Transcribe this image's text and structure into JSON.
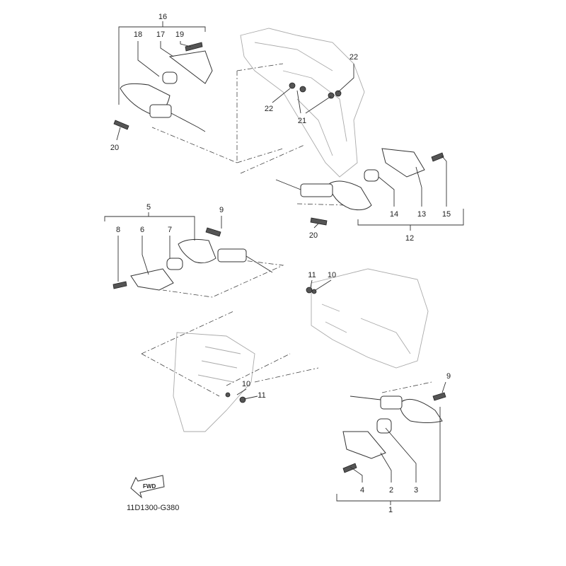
{
  "diagram_code": "11D1300-G380",
  "fwd_label": "FWD",
  "callouts": {
    "c16": "16",
    "c18": "18",
    "c17": "17",
    "c19": "19",
    "c20a": "20",
    "c22a": "22",
    "c22b": "22",
    "c21": "21",
    "c14": "14",
    "c13": "13",
    "c15": "15",
    "c12": "12",
    "c20b": "20",
    "c5": "5",
    "c8": "8",
    "c6": "6",
    "c7": "7",
    "c9a": "9",
    "c11a": "11",
    "c10a": "10",
    "c10b": "10",
    "c11b": "11",
    "c9b": "9",
    "c4": "4",
    "c2": "2",
    "c3": "3",
    "c1": "1"
  }
}
